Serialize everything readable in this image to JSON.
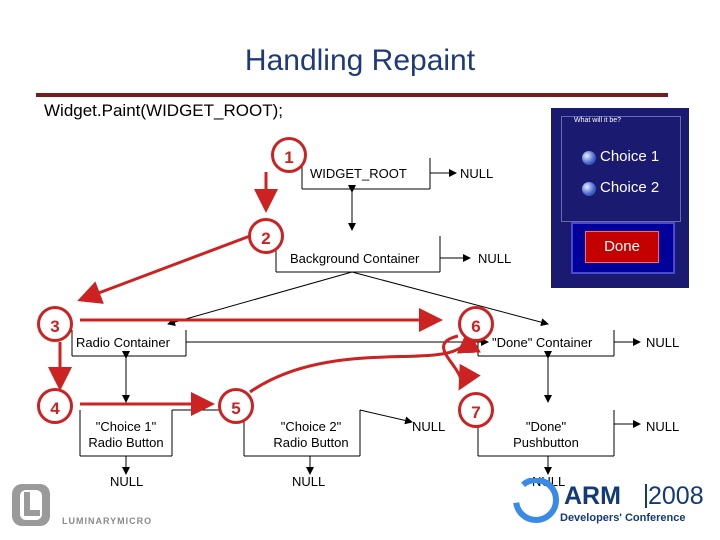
{
  "title": "Handling Repaint",
  "code_line": "Widget.Paint(WIDGET_ROOT);",
  "nodes": {
    "widget_root": "WIDGET_ROOT",
    "null_root": "NULL",
    "background_container": "Background Container",
    "null_background": "NULL",
    "radio_container": "Radio Container",
    "done_container": "\"Done\" Container",
    "null_done_container": "NULL",
    "choice1": "\"Choice 1\"",
    "choice1_sub": "Radio Button",
    "choice2": "\"Choice 2\"",
    "choice2_sub": "Radio Button",
    "null_choice2": "NULL",
    "done_pushbutton": "\"Done\"",
    "done_pushbutton_sub": "Pushbutton",
    "null_done_pushbutton": "NULL",
    "null_choice1_child": "NULL",
    "null_choice2_child": "NULL",
    "null_done_child": "NULL"
  },
  "steps": [
    "1",
    "2",
    "3",
    "4",
    "5",
    "6",
    "7"
  ],
  "preview": {
    "title": "What will it be?",
    "choice1": "Choice 1",
    "choice2": "Choice 2",
    "done": "Done"
  },
  "logos": {
    "luminary": "LUMINARYMICRO",
    "arm": "ARM",
    "arm_year": "2008",
    "arm_sub": "Developers' Conference"
  },
  "colors": {
    "title": "#1f3a7a",
    "rule": "#7a1a1a",
    "arrow": "#cc2222",
    "preview_bg": "#1a1a70",
    "done_button": "#c40000"
  }
}
